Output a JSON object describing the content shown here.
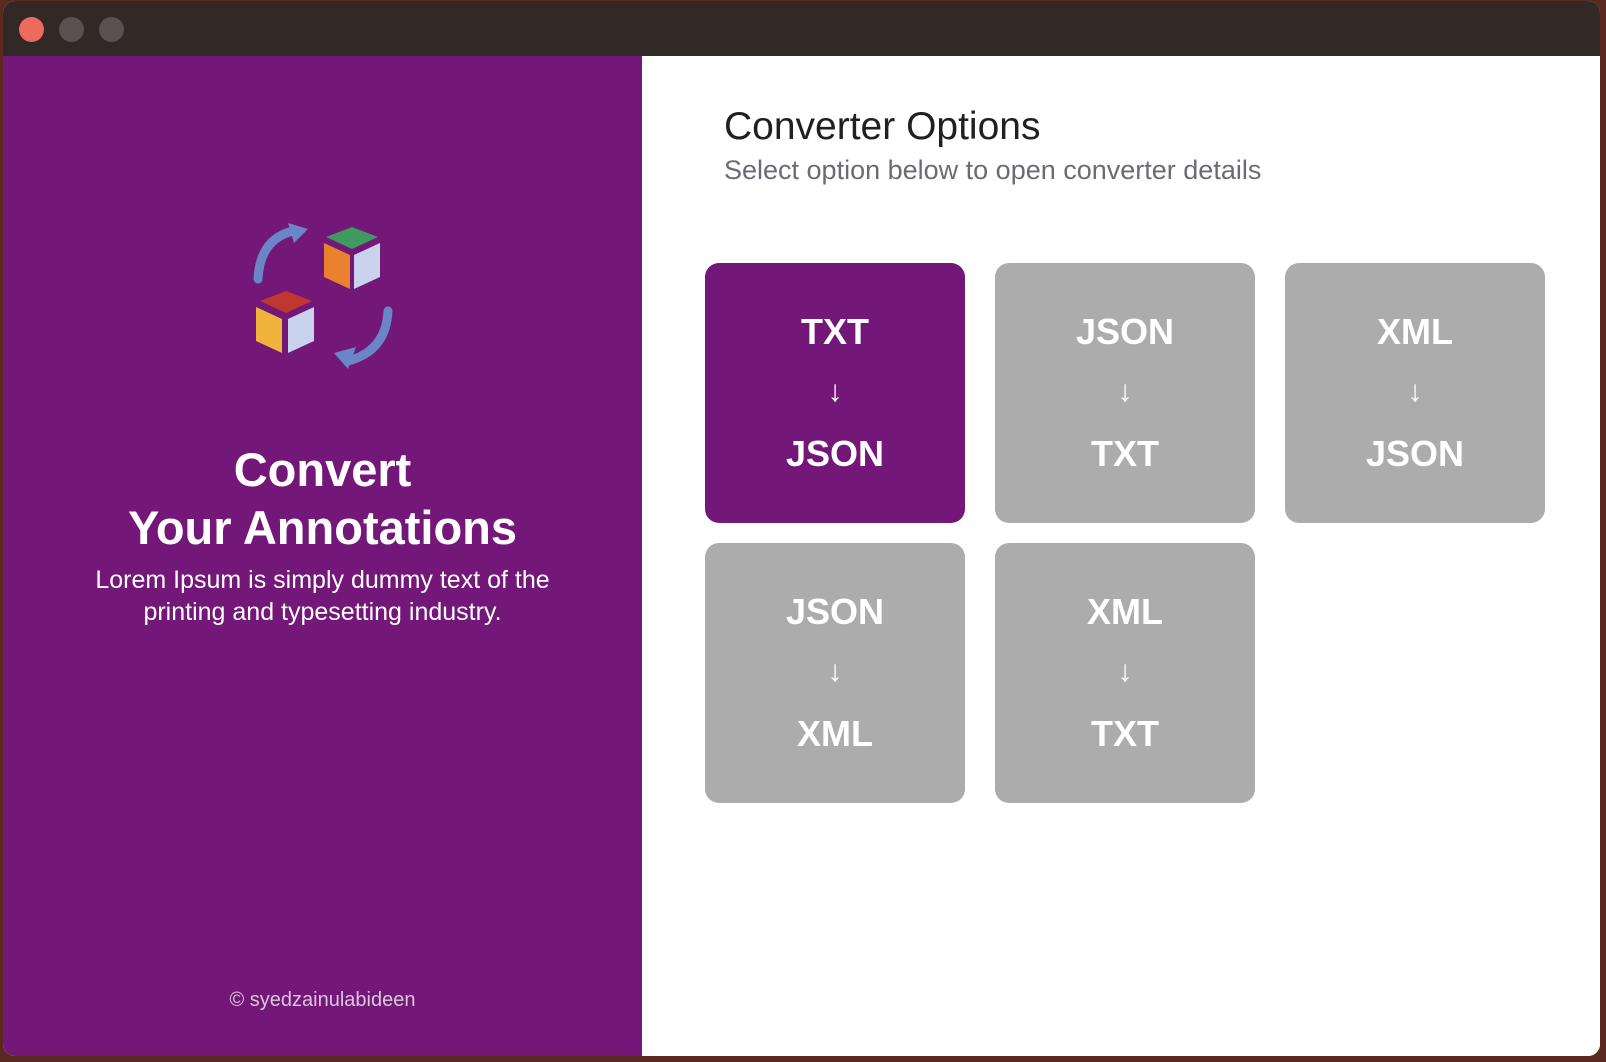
{
  "window": {
    "controls": [
      "close",
      "minimize",
      "maximize"
    ]
  },
  "sidebar": {
    "headline_line1": "Convert",
    "headline_line2": "Your Annotations",
    "description_line1": "Lorem Ipsum is simply dummy text of the",
    "description_line2": "printing and typesetting industry.",
    "copyright": "© syedzainulabideen",
    "logo_icon": "convert-cubes-icon",
    "background_color": "#731778"
  },
  "main": {
    "title": "Converter Options",
    "subtitle": "Select option below to open converter details",
    "arrow_glyph": "↓",
    "options": [
      {
        "from": "TXT",
        "to": "JSON",
        "active": true
      },
      {
        "from": "JSON",
        "to": "TXT",
        "active": false
      },
      {
        "from": "XML",
        "to": "JSON",
        "active": false
      },
      {
        "from": "JSON",
        "to": "XML",
        "active": false
      },
      {
        "from": "XML",
        "to": "TXT",
        "active": false
      }
    ],
    "active_color": "#731778",
    "inactive_color": "#acacac"
  }
}
